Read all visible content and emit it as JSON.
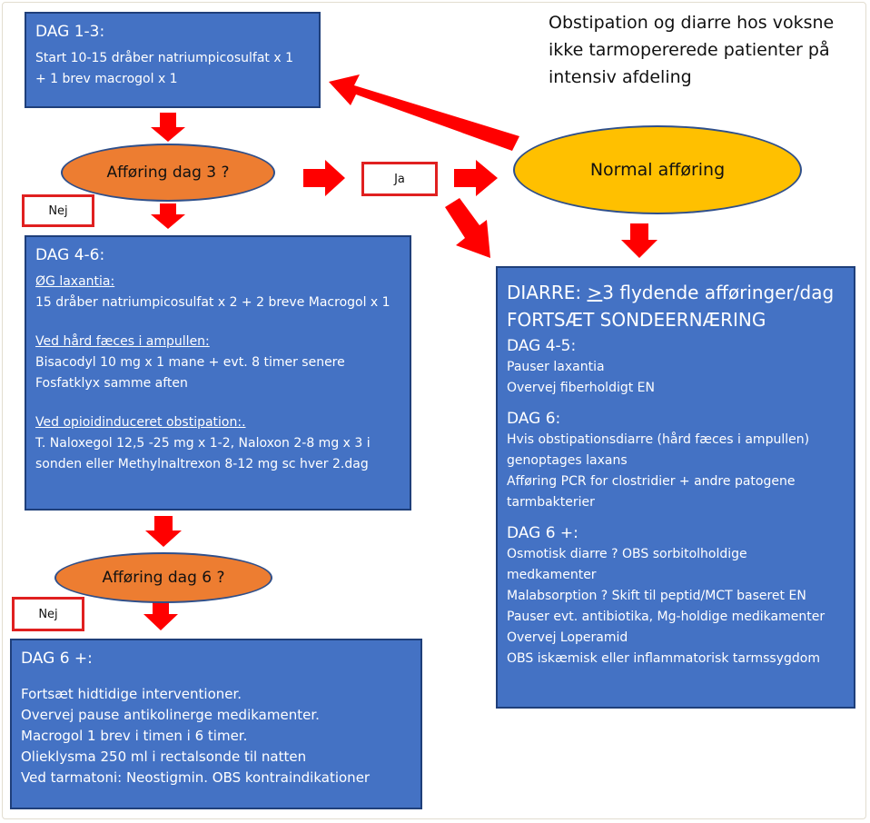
{
  "title": {
    "lines": [
      "Obstipation og diarre hos voksne",
      "ikke tarmopererede patienter på",
      "intensiv afdeling"
    ]
  },
  "box_dag13": {
    "heading": "DAG 1-3:",
    "lines": [
      "Start 10-15 dråber natriumpicosulfat x 1",
      "+ 1 brev macrogol x 1"
    ]
  },
  "ellipse_dag3": {
    "label": "Afføring dag 3 ?"
  },
  "label_ja": "Ja",
  "label_nej_1": "Nej",
  "ellipse_normal": {
    "label": "Normal afføring"
  },
  "box_dag46": {
    "heading": "DAG 4-6:",
    "section1_title": "ØG laxantia:",
    "section1_lines": [
      "15 dråber natriumpicosulfat x 2 + 2 breve Macrogol x 1"
    ],
    "section2_title": "Ved hård fæces i ampullen:",
    "section2_lines": [
      "Bisacodyl 10 mg x 1 mane + evt. 8 timer  senere",
      "Fosfatklyx samme  aften"
    ],
    "section3_title": "Ved opioidinduceret obstipation:.",
    "section3_lines": [
      "T. Naloxegol 12,5 -25 mg x 1-2, Naloxon 2-8 mg x 3 i",
      "sonden eller Methylnaltrexon  8-12 mg sc hver 2.dag"
    ]
  },
  "ellipse_dag6": {
    "label": "Afføring dag 6 ?"
  },
  "label_nej_2": "Nej",
  "box_dag6plus": {
    "heading": "DAG 6 +:",
    "lines": [
      "Fortsæt hidtidige interventioner.",
      "Overvej pause antikolinerge medikamenter.",
      "Macrogol 1 brev i timen i 6 timer.",
      "Olieklysma 250 ml i rectalsonde til natten",
      "Ved tarmatoni: Neostigmin. OBS kontraindikationer"
    ]
  },
  "box_diarre": {
    "heading_prefix": "DIARRE: ",
    "heading_symbol": ">",
    "heading_rest": "3 flydende afføringer/dag",
    "heading2": "FORTSÆT SONDEERNÆRING",
    "sub1_title": "DAG 4-5:",
    "sub1_lines": [
      "Pauser laxantia",
      "Overvej fiberholdigt EN"
    ],
    "sub2_title": "DAG 6:",
    "sub2_lines": [
      "Hvis obstipationsdiarre (hård fæces i ampullen)",
      "genoptages laxans",
      "Afføring PCR for clostridier + andre patogene",
      "tarmbakterier"
    ],
    "sub3_title": "DAG 6 +:",
    "sub3_lines": [
      "Osmotisk diarre ? OBS sorbitolholdige",
      "medkamenter",
      "Malabsorption ? Skift til peptid/MCT baseret EN",
      "Pauser evt. antibiotika, Mg-holdige medikamenter",
      "Overvej Loperamid",
      "OBS iskæmisk eller inflammatorisk tarmssygdom"
    ]
  },
  "colors": {
    "box_fill": "#4472c4",
    "box_border": "#1f3f7a",
    "orange": "#ed7d31",
    "yellow": "#ffc000",
    "arrow_red": "#ff0000"
  }
}
